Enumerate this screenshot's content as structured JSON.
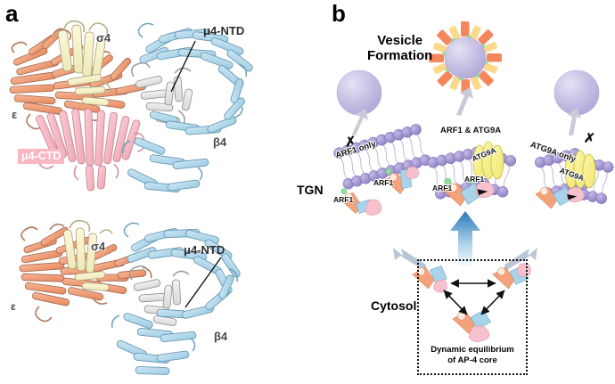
{
  "figure": {
    "panels": [
      {
        "letter": "a"
      },
      {
        "letter": "b"
      }
    ]
  },
  "panel_a": {
    "letter": "a",
    "structures": [
      {
        "view": "top",
        "labels": [
          {
            "name": "sigma4",
            "text": "σ4"
          },
          {
            "name": "mu4-ntd",
            "text": "μ4-NTD"
          },
          {
            "name": "epsilon",
            "text": "ε"
          },
          {
            "name": "beta4",
            "text": "β4"
          },
          {
            "name": "mu4-ctd",
            "text": "μ4-CTD"
          }
        ]
      },
      {
        "view": "bottom",
        "labels": [
          {
            "name": "sigma4",
            "text": "σ4"
          },
          {
            "name": "mu4-ntd",
            "text": "μ4-NTD"
          },
          {
            "name": "epsilon",
            "text": "ε"
          },
          {
            "name": "beta4",
            "text": "β4"
          }
        ]
      }
    ],
    "colors": {
      "epsilon": "#f09b72",
      "sigma4": "#f5f2c8",
      "beta4": "#b2d9ec",
      "mu4_ntd": "#e8e8e8",
      "mu4_ctd": "#f5b6bf",
      "outline": "#8a6a5c"
    }
  },
  "panel_b": {
    "letter": "b",
    "vesicle_formation_label": "Vesicle\nFormation",
    "vesicle_formation_line1": "Vesicle",
    "vesicle_formation_line2": "Formation",
    "tgn_label": "TGN",
    "cytosol_label": "Cytosol",
    "cytosol_caption_line1": "Dynamic equilibrium",
    "cytosol_caption_line2": "of AP-4 core",
    "conditions": [
      {
        "id": "left",
        "membrane_label": "ARF1 only",
        "outcome": "blocked",
        "outcome_symbol": "✗",
        "arf1_tags": [
          "ARF1",
          "ARF1"
        ],
        "atg9a_present": false
      },
      {
        "id": "center",
        "membrane_label": "ARF1 & ATG9A",
        "outcome": "vesicle",
        "outcome_symbol": "",
        "arf1_tags": [
          "ARF1",
          "ARF1"
        ],
        "atg9a_label": "ATG9A",
        "atg9a_present": true
      },
      {
        "id": "right",
        "membrane_label": "ATG9A only",
        "outcome": "blocked",
        "outcome_symbol": "✗",
        "arf1_tags": [],
        "atg9a_label": "ATG9A",
        "atg9a_present": true
      }
    ],
    "colors": {
      "vesicle": "#c3bde2",
      "lipid_head": "#9f92cf",
      "atg9a": "#f6ef8e",
      "arf1": "#9fe6a8",
      "coat_orange": "#f4865c",
      "coat_yellow": "#fad98a",
      "arrow_gray": "#c9cbd6",
      "arrow_blue": "#2f7fc0",
      "box_border": "#111111"
    }
  }
}
